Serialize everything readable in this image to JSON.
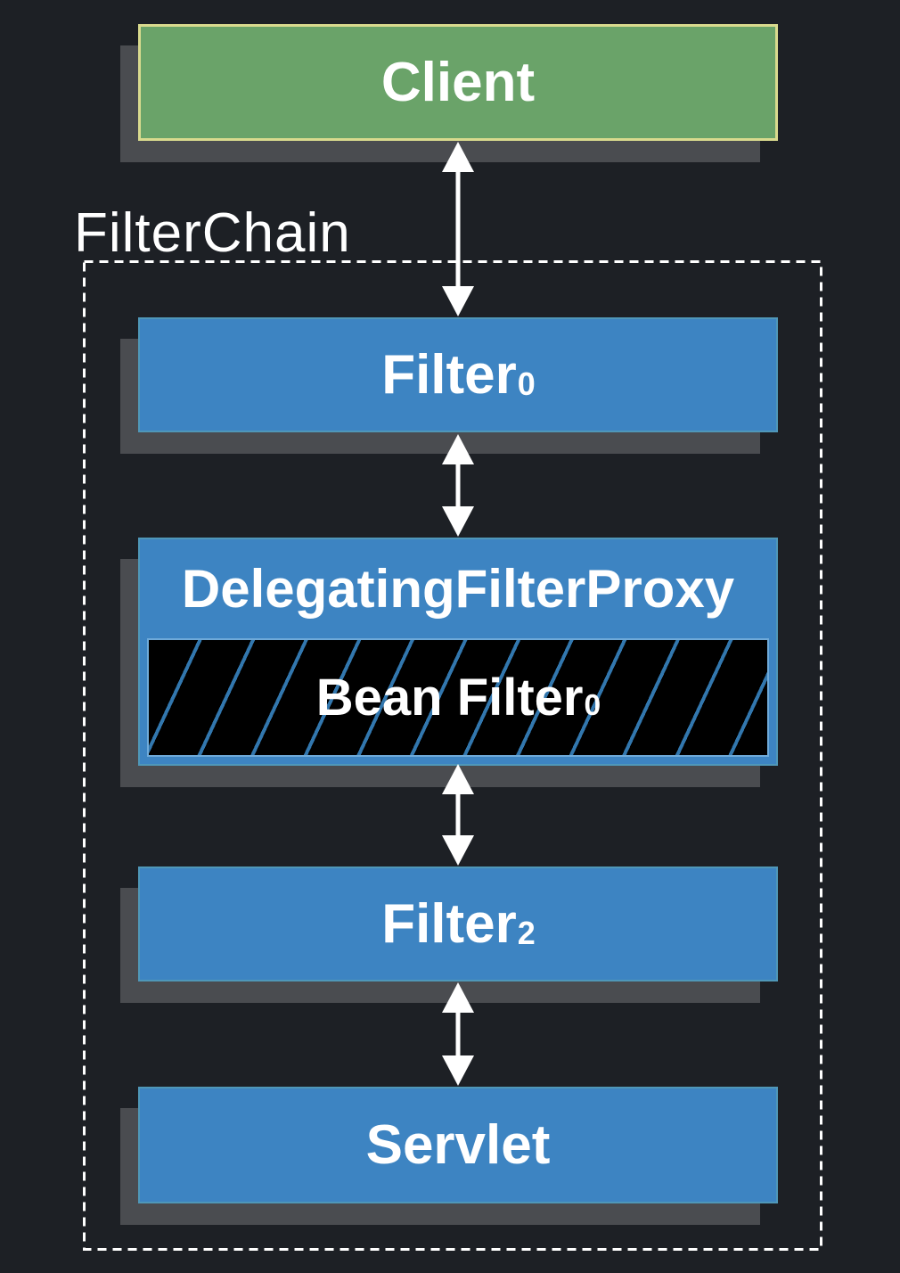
{
  "diagram": {
    "chain_label": "FilterChain",
    "nodes": {
      "client": {
        "label": "Client"
      },
      "filter0": {
        "label": "Filter",
        "subscript": "0"
      },
      "delegating_filter_proxy": {
        "label": "DelegatingFilterProxy"
      },
      "bean_filter": {
        "label": "Bean Filter",
        "subscript": "0"
      },
      "filter2": {
        "label": "Filter",
        "subscript": "2"
      },
      "servlet": {
        "label": "Servlet"
      }
    },
    "colors": {
      "background": "#1d2025",
      "box_blue": "#3d84c2",
      "box_blue_border": "#4f97b8",
      "box_green": "#6aa369",
      "box_green_border": "#d9da8e",
      "box_shadow": "#4a4c50",
      "hatch_line": "#3277ae",
      "hatch_background": "#000000",
      "hatch_border": "#6faad9",
      "dashed_border": "#ffffff",
      "arrow": "#ffffff",
      "text": "#ffffff"
    }
  }
}
